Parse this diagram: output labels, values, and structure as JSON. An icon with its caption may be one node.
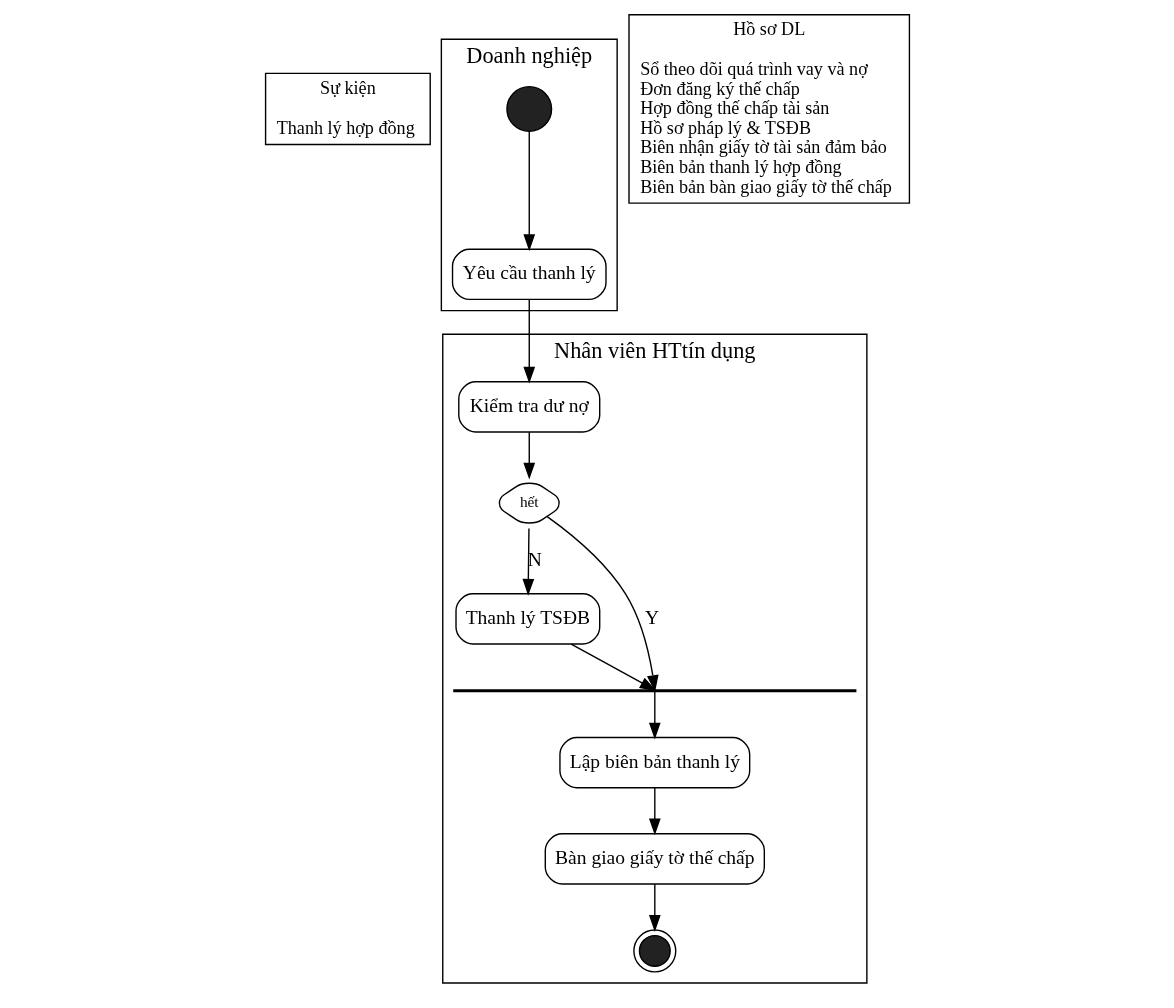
{
  "diagram": {
    "nodes": [
      {
        "text": [
          "Sự kiện",
          "Thanh lý hợp đồng"
        ]
      },
      {
        "text": [
          "Doanh nghiệp"
        ]
      },
      {
        "text": [],
        "shape": "circle",
        "in": 1
      },
      {
        "text": [
          "Yêu cầu thanh lý"
        ],
        "in": 1
      },
      {
        "text": [
          "Nhân viên HTtín dụng"
        ]
      },
      {
        "text": [
          "Kiểm tra dư nợ"
        ],
        "in": 4
      },
      {
        "text": [
          "hết"
        ],
        "in": 4
      },
      {
        "text": [
          "Thanh lý TSĐB"
        ],
        "in": 4
      },
      {
        "text": [],
        "shape": "bar",
        "in": 4
      },
      {
        "text": [
          "Lập biên bản thanh lý"
        ],
        "in": 4
      },
      {
        "text": [
          "Bàn giao giấy tờ thế chấp"
        ],
        "in": 4
      },
      {
        "text": [],
        "shape": "circle",
        "in": 4
      },
      {
        "text": [
          "Hồ sơ DL",
          "Sổ theo dõi quá trình vay và nợ",
          "Đơn đăng ký thế chấp",
          "Hợp đồng thế chấp tài sản",
          "Hồ sơ pháp lý & TSĐB",
          "Biên nhận giấy tờ tài sản đảm bảo",
          "Biên bản thanh lý hợp đồng",
          "Biên bản bàn giao giấy tờ thế chấp"
        ]
      }
    ],
    "edges": [
      {
        "from": 2,
        "to": 3,
        "arrow": "to"
      },
      {
        "from": 3,
        "to": 5,
        "arrow": "to"
      },
      {
        "from": 5,
        "to": 6,
        "arrow": "to"
      },
      {
        "from": 6,
        "to": 7,
        "arrow": "to",
        "label": "N"
      },
      {
        "from": 6,
        "to": 8,
        "arrow": "to",
        "label": "Y"
      },
      {
        "from": 7,
        "to": 8,
        "arrow": "to"
      },
      {
        "from": 8,
        "to": 9,
        "arrow": "to"
      },
      {
        "from": 9,
        "to": 10,
        "arrow": "to"
      },
      {
        "from": 10,
        "to": 11,
        "arrow": "to"
      }
    ]
  }
}
